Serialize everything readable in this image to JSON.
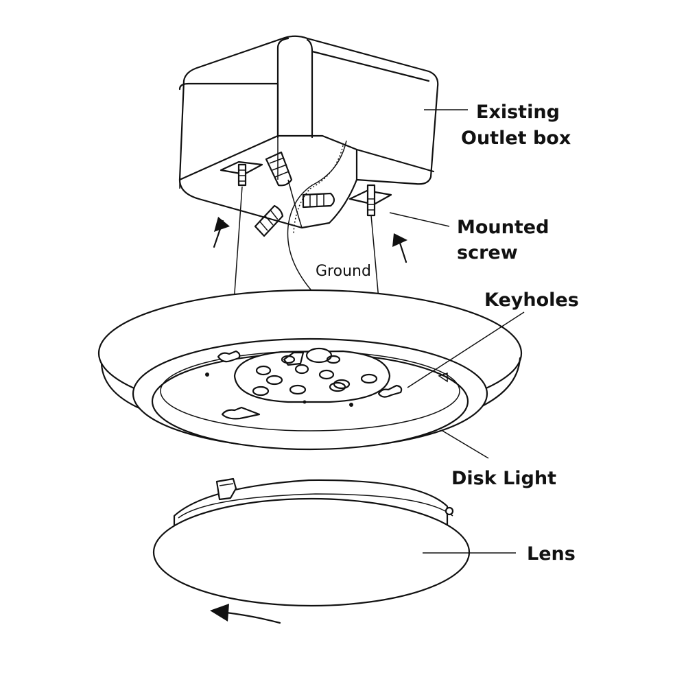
{
  "labels": {
    "outlet_box_line1": "Existing",
    "outlet_box_line2": "Outlet box",
    "mounted_screw_line1": "Mounted",
    "mounted_screw_line2": "screw",
    "ground": "Ground",
    "keyholes": "Keyholes",
    "disk_light": "Disk Light",
    "lens": "Lens"
  },
  "colors": {
    "stroke": "#111111",
    "background": "#ffffff",
    "wire_nut": "#dcdcdc"
  },
  "icons": [
    "up-arrow-icon",
    "rotate-arrow-icon",
    "wire-nut-icon",
    "screw-icon"
  ]
}
